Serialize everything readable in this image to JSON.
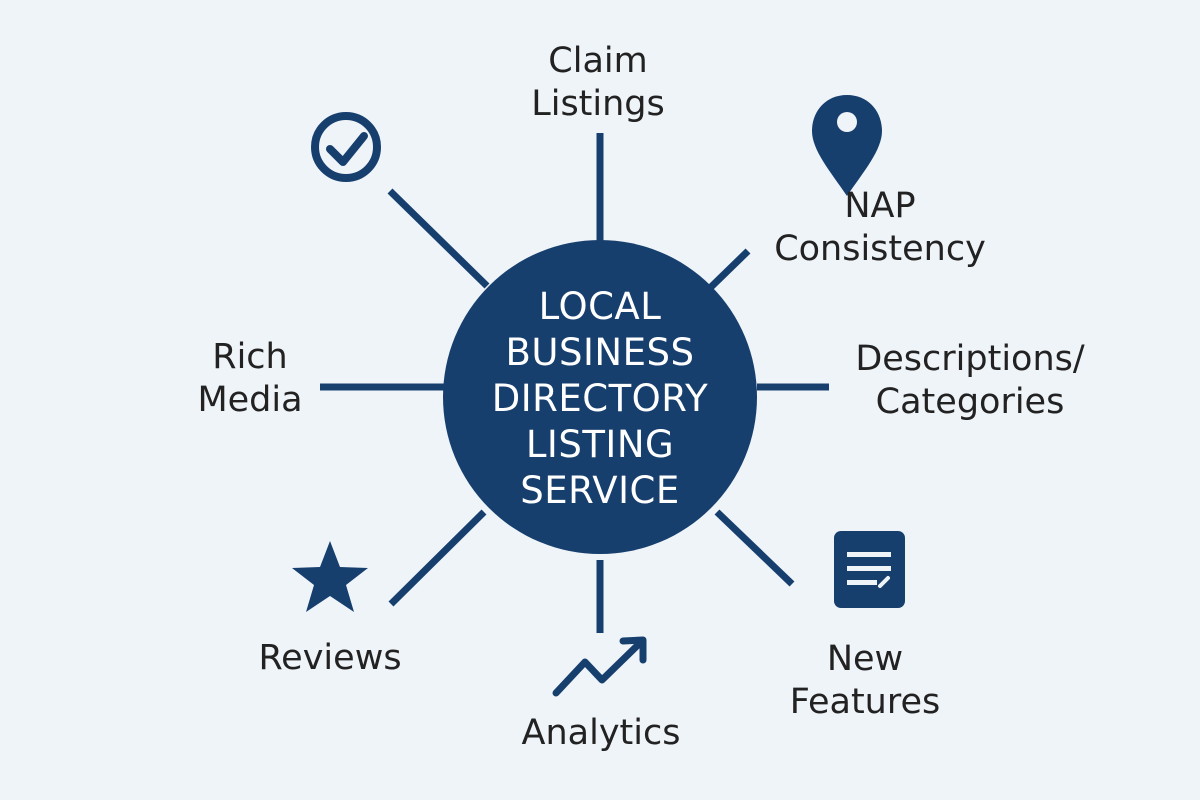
{
  "colors": {
    "background": "#eff4f9",
    "accent": "#173f6e",
    "label_text": "#222222",
    "hub_text": "#ffffff"
  },
  "hub": {
    "lines": [
      "LOCAL",
      "BUSINESS",
      "DIRECTORY",
      "LISTING",
      "SERVICE"
    ]
  },
  "nodes": [
    {
      "id": "claim-listings",
      "lines": [
        "Claim",
        "Listings"
      ]
    },
    {
      "id": "nap-consistency",
      "lines": [
        "NAP",
        "Consistency"
      ],
      "icon": "map-pin-icon"
    },
    {
      "id": "descriptions-categories",
      "lines": [
        "Descriptions/",
        "Categories"
      ]
    },
    {
      "id": "new-features",
      "lines": [
        "New",
        "Features"
      ],
      "icon": "document-icon"
    },
    {
      "id": "analytics",
      "lines": [
        "Analytics"
      ],
      "icon": "trend-up-icon"
    },
    {
      "id": "reviews",
      "lines": [
        "Reviews"
      ],
      "icon": "star-icon"
    },
    {
      "id": "rich-media",
      "lines": [
        "Rich",
        "Media"
      ]
    },
    {
      "id": "verification",
      "lines": [],
      "icon": "check-circle-icon"
    }
  ]
}
